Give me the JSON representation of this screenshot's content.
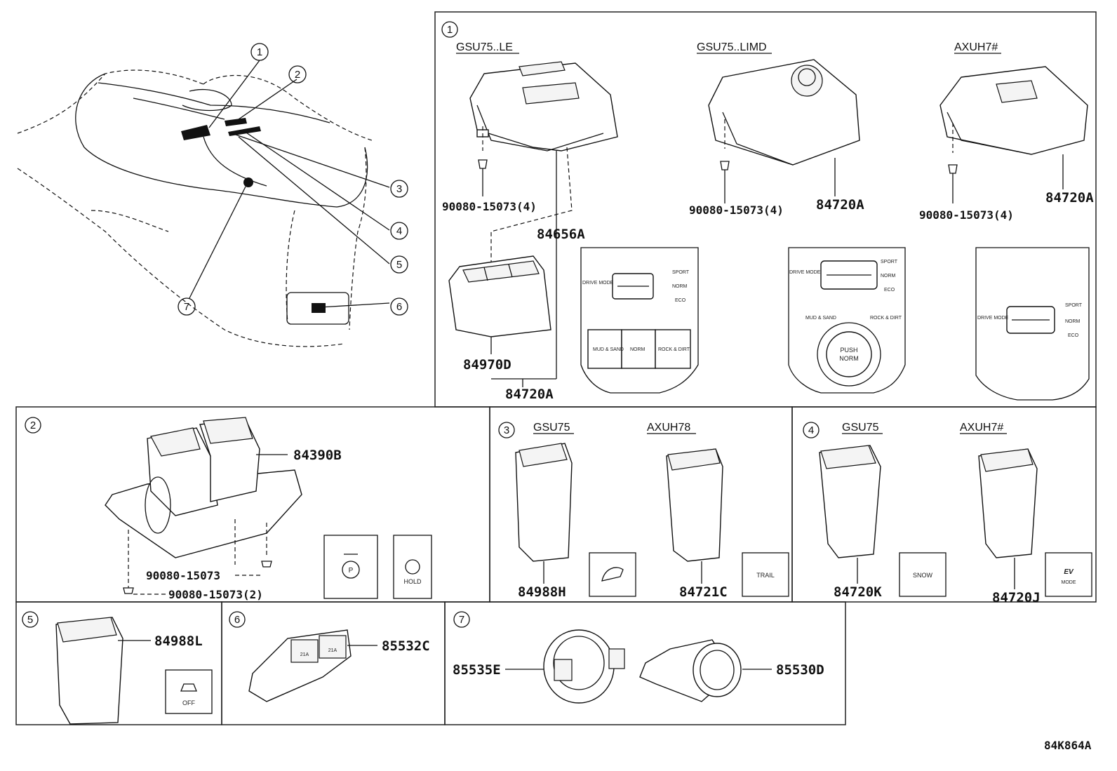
{
  "callouts": [
    "1",
    "2",
    "3",
    "4",
    "5",
    "6",
    "7"
  ],
  "section1": {
    "number": "1",
    "models": [
      "GSU75..LE",
      "GSU75..LIMD",
      "AXUH7#"
    ],
    "parts": {
      "screw_a": "90080-15073(4)",
      "screw_b": "90080-15073(4)",
      "screw_c": "90080-15073(4)",
      "unit_b": "84720A",
      "unit_c": "84720A",
      "bezel": "84656A",
      "switch": "84970D",
      "assy": "84720A"
    },
    "panel1": {
      "drive_mode": "DRIVE MODE",
      "sport": "SPORT",
      "norm": "NORM",
      "eco": "ECO",
      "btn_mud": "MUD & SAND",
      "btn_norm": "NORM",
      "btn_rock": "ROCK & DIRT"
    },
    "panel2": {
      "drive_mode": "DRIVE MODE",
      "sport": "SPORT",
      "norm": "NORM",
      "eco": "ECO",
      "mud": "MUD & SAND",
      "rock": "ROCK & DIRT",
      "push": "PUSH",
      "push_norm": "NORM"
    },
    "panel3": {
      "drive_mode": "DRIVE MODE",
      "sport": "SPORT",
      "norm": "NORM",
      "eco": "ECO"
    }
  },
  "section2": {
    "number": "2",
    "parts": {
      "switch": "84390B",
      "screw1": "90080-15073",
      "screw2": "90080-15073(2)"
    },
    "icon_hold": "HOLD"
  },
  "section3": {
    "number": "3",
    "models": [
      "GSU75",
      "AXUH78"
    ],
    "parts": [
      "84988H",
      "84721C"
    ],
    "icon_trail": "TRAIL"
  },
  "section4": {
    "number": "4",
    "models": [
      "GSU75",
      "AXUH7#"
    ],
    "parts": [
      "84720K",
      "84720J"
    ],
    "icon_snow": "SNOW",
    "icon_ev": "EV",
    "icon_ev_mode": "MODE"
  },
  "section5": {
    "number": "5",
    "part": "84988L",
    "icon_off": "OFF"
  },
  "section6": {
    "number": "6",
    "part": "85532C",
    "label_21a": "21A"
  },
  "section7": {
    "number": "7",
    "parts": [
      "85535E",
      "85530D"
    ]
  },
  "diagram_code": "84K864A"
}
